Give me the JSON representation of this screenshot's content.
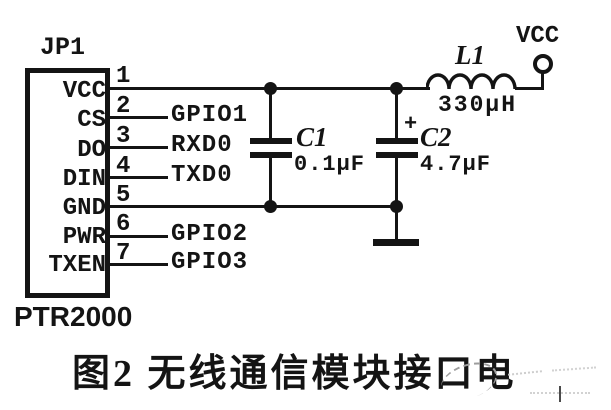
{
  "schematic": {
    "connector": {
      "designator": "JP1",
      "part_number": "PTR2000",
      "pins": [
        {
          "number": "1",
          "name": "VCC"
        },
        {
          "number": "2",
          "name": "CS",
          "net": "GPIO1"
        },
        {
          "number": "3",
          "name": "DO",
          "net": "RXD0"
        },
        {
          "number": "4",
          "name": "DIN",
          "net": "TXD0"
        },
        {
          "number": "5",
          "name": "GND"
        },
        {
          "number": "6",
          "name": "PWR",
          "net": "GPIO2"
        },
        {
          "number": "7",
          "name": "TXEN",
          "net": "GPIO3"
        }
      ]
    },
    "components": {
      "c1": {
        "designator": "C1",
        "value": "0.1µF"
      },
      "c2": {
        "designator": "C2",
        "value": "4.7µF",
        "polarity_mark": "+"
      },
      "l1": {
        "designator": "L1",
        "value": "330µH"
      },
      "vcc_terminal_label": "VCC"
    },
    "caption": "图2 无线通信模块接口电"
  },
  "colors": {
    "ink": "#141414",
    "paper": "#ffffff",
    "watermark": "#bdbdbd"
  }
}
